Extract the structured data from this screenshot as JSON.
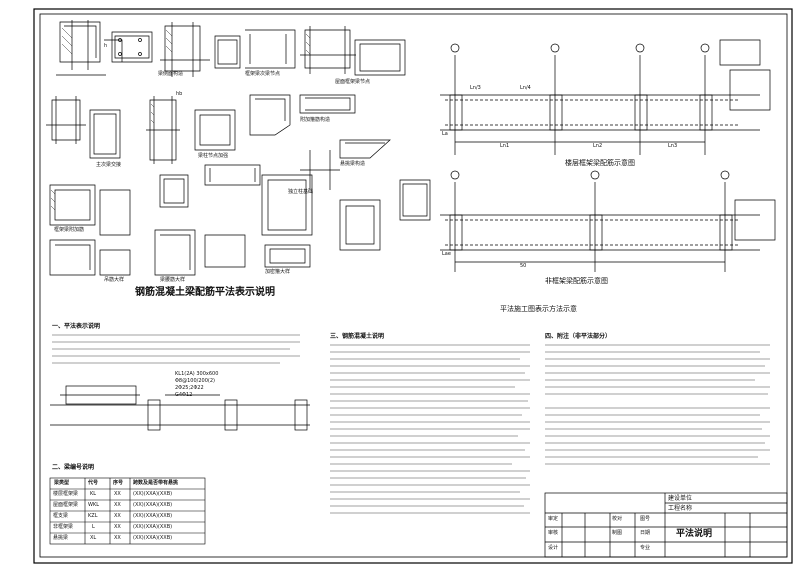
{
  "sheet": {
    "main_title": "钢筋混凝土梁配筋平法表示说明",
    "beam_example_title_1": "楼层框架梁配筋示意图",
    "beam_example_title_2": "非框架梁配筋示意图",
    "beam_example_title_3": "平法施工图表示方法示意",
    "detail_labels": [
      "梁侧面构造",
      "框架梁次梁节点",
      "屋面框架梁节点",
      "梁柱节点加强",
      "附加箍筋构造",
      "主次梁交接",
      "悬挑梁构造",
      "独立柱基础",
      "框架梁附加筋",
      "吊筋大样",
      "梁腰筋大样",
      "加密箍大样"
    ],
    "section_1_heading": "一、平法表示说明",
    "section_2_heading": "二、梁编号说明",
    "section_3_heading": "三、钢筋混凝土说明",
    "section_4_heading": "四、附注（非平法部分）",
    "table_header": [
      "梁类型",
      "代号",
      "序号",
      "跨数及是否带有悬挑"
    ],
    "table_rows": [
      [
        "楼层框架梁",
        "KL",
        "XX",
        "(XX)(XXA)(XXB)"
      ],
      [
        "屋面框架梁",
        "WKL",
        "XX",
        "(XX)(XXA)(XXB)"
      ],
      [
        "框支梁",
        "KZL",
        "XX",
        "(XX)(XXA)(XXB)"
      ],
      [
        "非框架梁",
        "L",
        "XX",
        "(XX)(XXA)(XXB)"
      ],
      [
        "悬挑梁",
        "XL",
        "XX",
        "(XX)(XXA)(XXB)"
      ]
    ],
    "beam_marks": [
      "KL1(2A) 300x600",
      "Φ8@100/200(2)",
      "2Φ25;2Φ22",
      "G4Φ12"
    ],
    "dims": [
      "Ln1",
      "Ln2",
      "Ln3",
      "Ln/3",
      "Ln/4",
      "La",
      "Lae",
      "50",
      "h",
      "hb"
    ],
    "title_block": {
      "row1_label": "建设单位",
      "row2_label": "工程名称",
      "drawing_name": "平法说明",
      "labels": [
        "审定",
        "审核",
        "设计",
        "校对",
        "制图",
        "图号",
        "日期",
        "专业"
      ]
    }
  }
}
